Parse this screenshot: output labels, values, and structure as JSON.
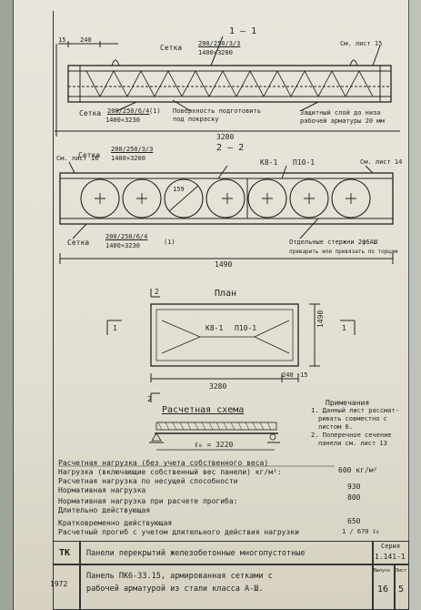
{
  "section_1": {
    "title": "1 — 1",
    "dim_left_small": "15",
    "dim_left": "240",
    "mesh_top": "Сетка",
    "mesh_top_spec": "200/250/3/3",
    "mesh_top_size": "1400×3200",
    "ref_sheet_right": "См. лист 15",
    "mesh_bottom": "Сетка",
    "mesh_bottom_spec": "200/250/6/4",
    "mesh_bottom_suffix": "(1)",
    "mesh_bottom_size": "1400×3230",
    "note_surface": "Поверхность подготовить",
    "note_surface2": "под покраску",
    "note_cover": "Защитный слой до низа",
    "note_cover2": "рабочей арматуры 20 мм",
    "overall_length": "3280"
  },
  "section_2": {
    "title": "2 — 2",
    "mesh_top": "Сетка",
    "mesh_top_spec": "200/250/3/3",
    "mesh_top_size": "1400×3200",
    "ref_left": "См. лист 16",
    "mark_k": "К8-1",
    "mark_p": "П10-1",
    "ref_right": "См. лист 14",
    "hole_dim": "159",
    "mesh_bottom": "Сетка",
    "mesh_bottom_spec": "200/250/6/4",
    "mesh_bottom_size": "1400×3230",
    "mesh_bottom_suffix": "(1)",
    "note_rods": "Отдельные стержни 2ф6АШ",
    "note_rods2": "приварить или привязать по торцам",
    "overall_width": "1490"
  },
  "plan": {
    "title": "План",
    "section_mark_2": "2",
    "section_mark_1": "1",
    "mark_k": "К8-1",
    "mark_p": "П10-1",
    "dim_length": "3280",
    "dim_small": "240",
    "dim_tiny": "15",
    "dim_height": "1490"
  },
  "scheme": {
    "title": "Расчетная схема",
    "span": "ℓ₀ = 3220"
  },
  "notes": {
    "heading": "Примечания",
    "n1": "1. Данный лист рассмат-",
    "n1b": "ривать совместно с",
    "n1c": "листом 6.",
    "n2": "2. Поперечное сечение",
    "n2b": "панели см. лист 13"
  },
  "loads": {
    "l1": "Расчетная нагрузка (без учета собственного веса)",
    "l1v": "600 кг/м²",
    "l2": "Нагрузка (включающие собственный вес панели) кг/м²:",
    "l3": "Расчетная нагрузка по несущей способности",
    "l3v": "930",
    "l4": "Нормативная нагрузка",
    "l4v": "800",
    "l5": "Нормативная нагрузка при расчете прогиба:",
    "l6": "Длительно действующая",
    "l7": "Кратковременно действующая",
    "l7v": "650",
    "l8": "Расчетный прогиб с учетом длительного действия нагрузки",
    "l8v": "1 / 670 ℓ₀"
  },
  "title_block": {
    "code": "ТК",
    "year": "1972",
    "series_title": "Панели перекрытий железобетонные многопустотные",
    "panel_desc1": "Панель ПК6-33.15, армированная сетками с",
    "panel_desc2": "рабочей арматурой из стали класса А-Ш.",
    "series_label": "Серия",
    "series_no": "1.141-1",
    "issue_label": "Выпуск",
    "issue_no": "16",
    "sheet_label": "Лист",
    "sheet_no": "5"
  }
}
